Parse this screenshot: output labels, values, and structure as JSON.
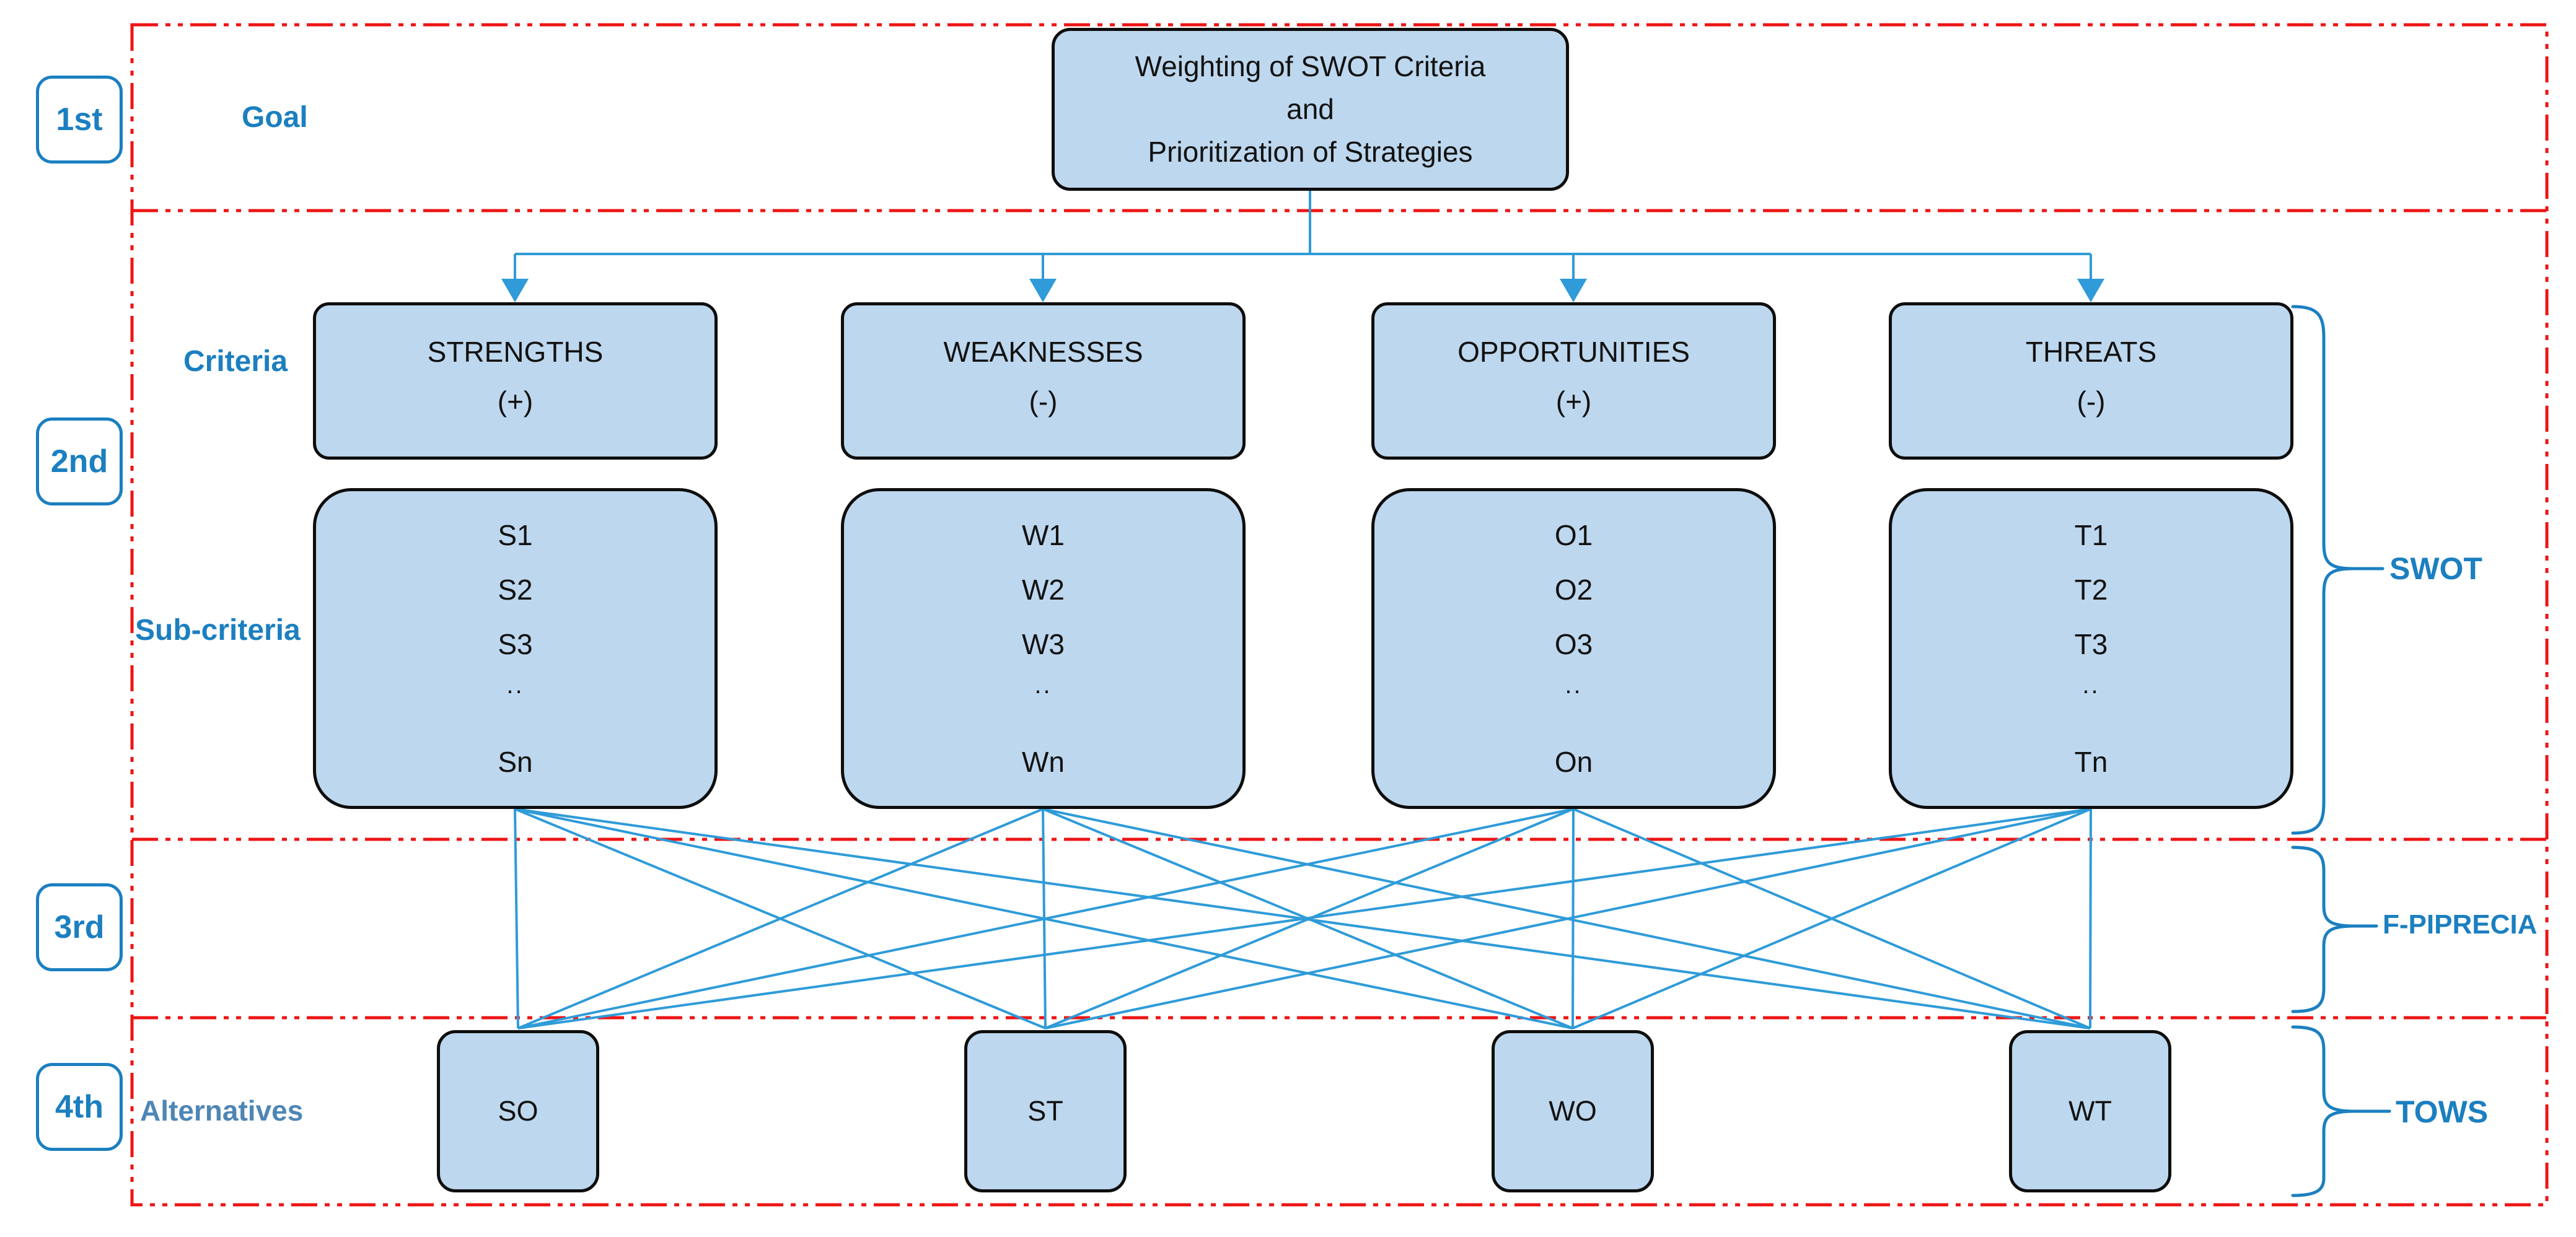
{
  "title": "Hierarchy diagram: weighting of SWOT criteria and prioritization of strategies",
  "colors": {
    "box-fill": "#bdd7ee",
    "box-border": "#0e0e0e",
    "line-blue": "#2f9bd8",
    "accent-blue": "#1b7fc0",
    "muted-blue": "#4e86b5",
    "red": "#ee1414",
    "text": "#121212"
  },
  "tiers": [
    {
      "label": "1st"
    },
    {
      "label": "2nd"
    },
    {
      "label": "3rd"
    },
    {
      "label": "4th"
    }
  ],
  "row_labels": {
    "goal": "Goal",
    "criteria": "Criteria",
    "subcriteria": "Sub-criteria",
    "alternatives": "Alternatives"
  },
  "goal_box": {
    "lines": [
      "Weighting of SWOT Criteria",
      "and",
      "Prioritization of Strategies"
    ]
  },
  "criteria": [
    {
      "title": "STRENGTHS",
      "sign": "(+)"
    },
    {
      "title": "WEAKNESSES",
      "sign": "(-)"
    },
    {
      "title": "OPPORTUNITIES",
      "sign": "(+)"
    },
    {
      "title": "THREATS",
      "sign": "(-)"
    }
  ],
  "subcriteria": [
    {
      "items": [
        "S1",
        "S2",
        "S3",
        "..",
        "Sn"
      ]
    },
    {
      "items": [
        "W1",
        "W2",
        "W3",
        "..",
        "Wn"
      ]
    },
    {
      "items": [
        "O1",
        "O2",
        "O3",
        "..",
        "On"
      ]
    },
    {
      "items": [
        "T1",
        "T2",
        "T3",
        "..",
        "Tn"
      ]
    }
  ],
  "alternatives": [
    {
      "label": "SO"
    },
    {
      "label": "ST"
    },
    {
      "label": "WO"
    },
    {
      "label": "WT"
    }
  ],
  "brace_labels": {
    "swot": "SWOT",
    "fpiprecia": "F-PIPRECIA",
    "tows": "TOWS"
  }
}
